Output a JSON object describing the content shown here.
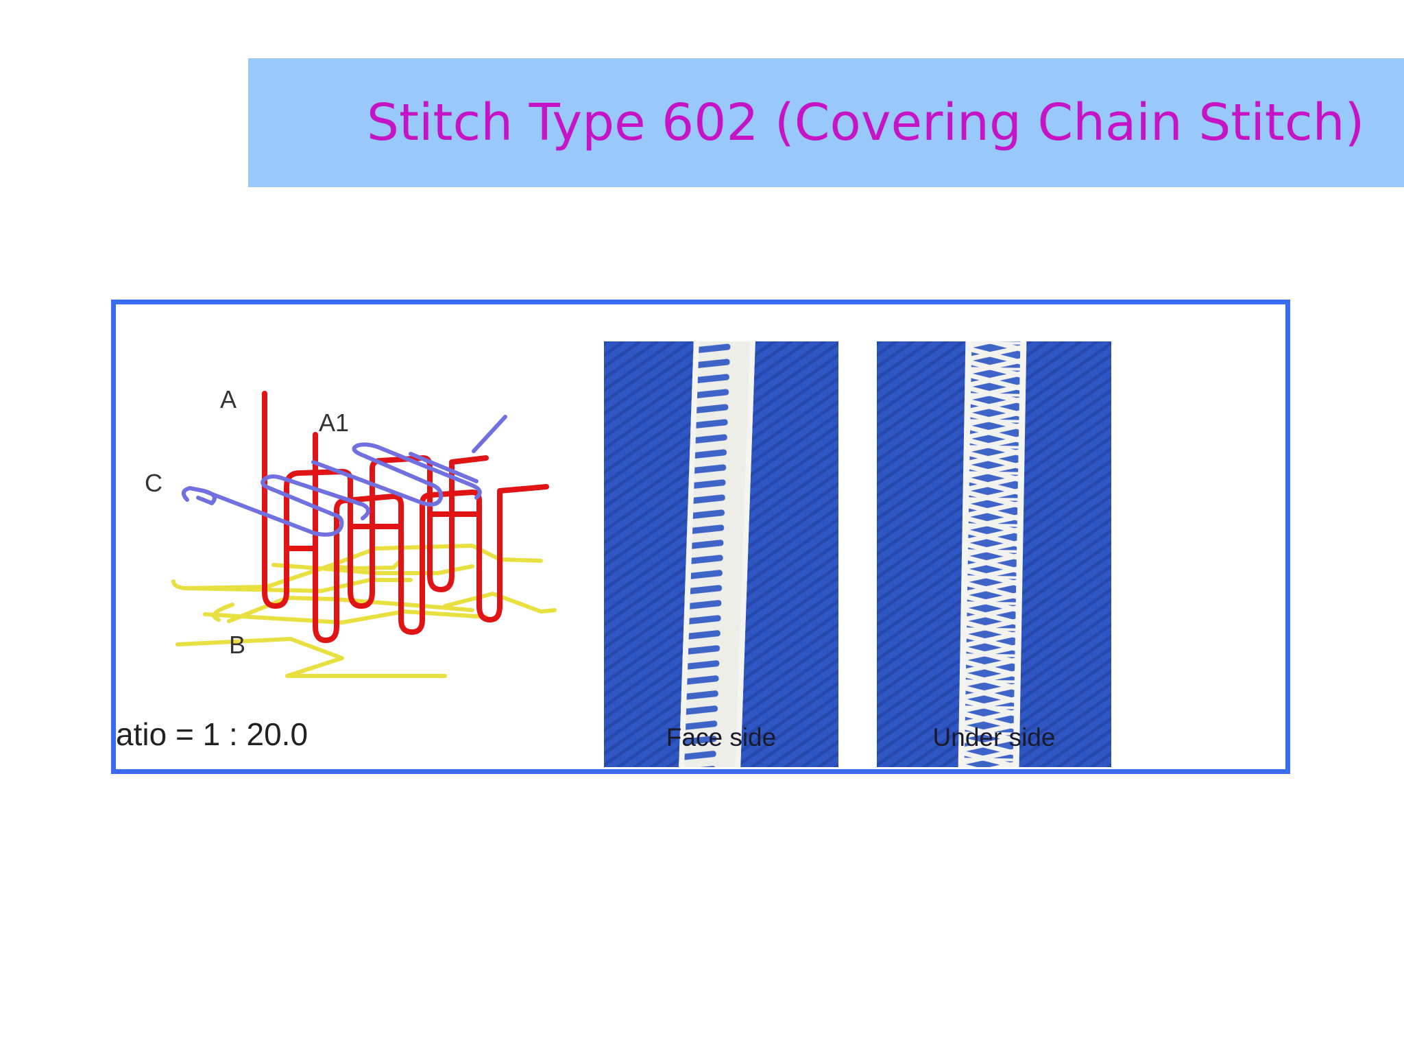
{
  "title": "Stitch Type 602 (Covering Chain Stitch)",
  "diagram": {
    "labels": {
      "a": "A",
      "a1": "A1",
      "c": "C",
      "b": "B"
    },
    "ratio_text": "atio = 1 : 20.0",
    "colors": {
      "needle_thread": "#e01414",
      "cover_thread": "#7070e0",
      "looper_thread": "#e8e040"
    }
  },
  "photos": {
    "face": {
      "caption": "Face side"
    },
    "under": {
      "caption": "Under side"
    },
    "colors": {
      "fabric": "#2f57c4",
      "stitch": "#f2f2ee"
    }
  },
  "colors": {
    "title": "#c514c5",
    "title_bar": "#99c9fb",
    "frame_border": "#3b6cf0"
  }
}
